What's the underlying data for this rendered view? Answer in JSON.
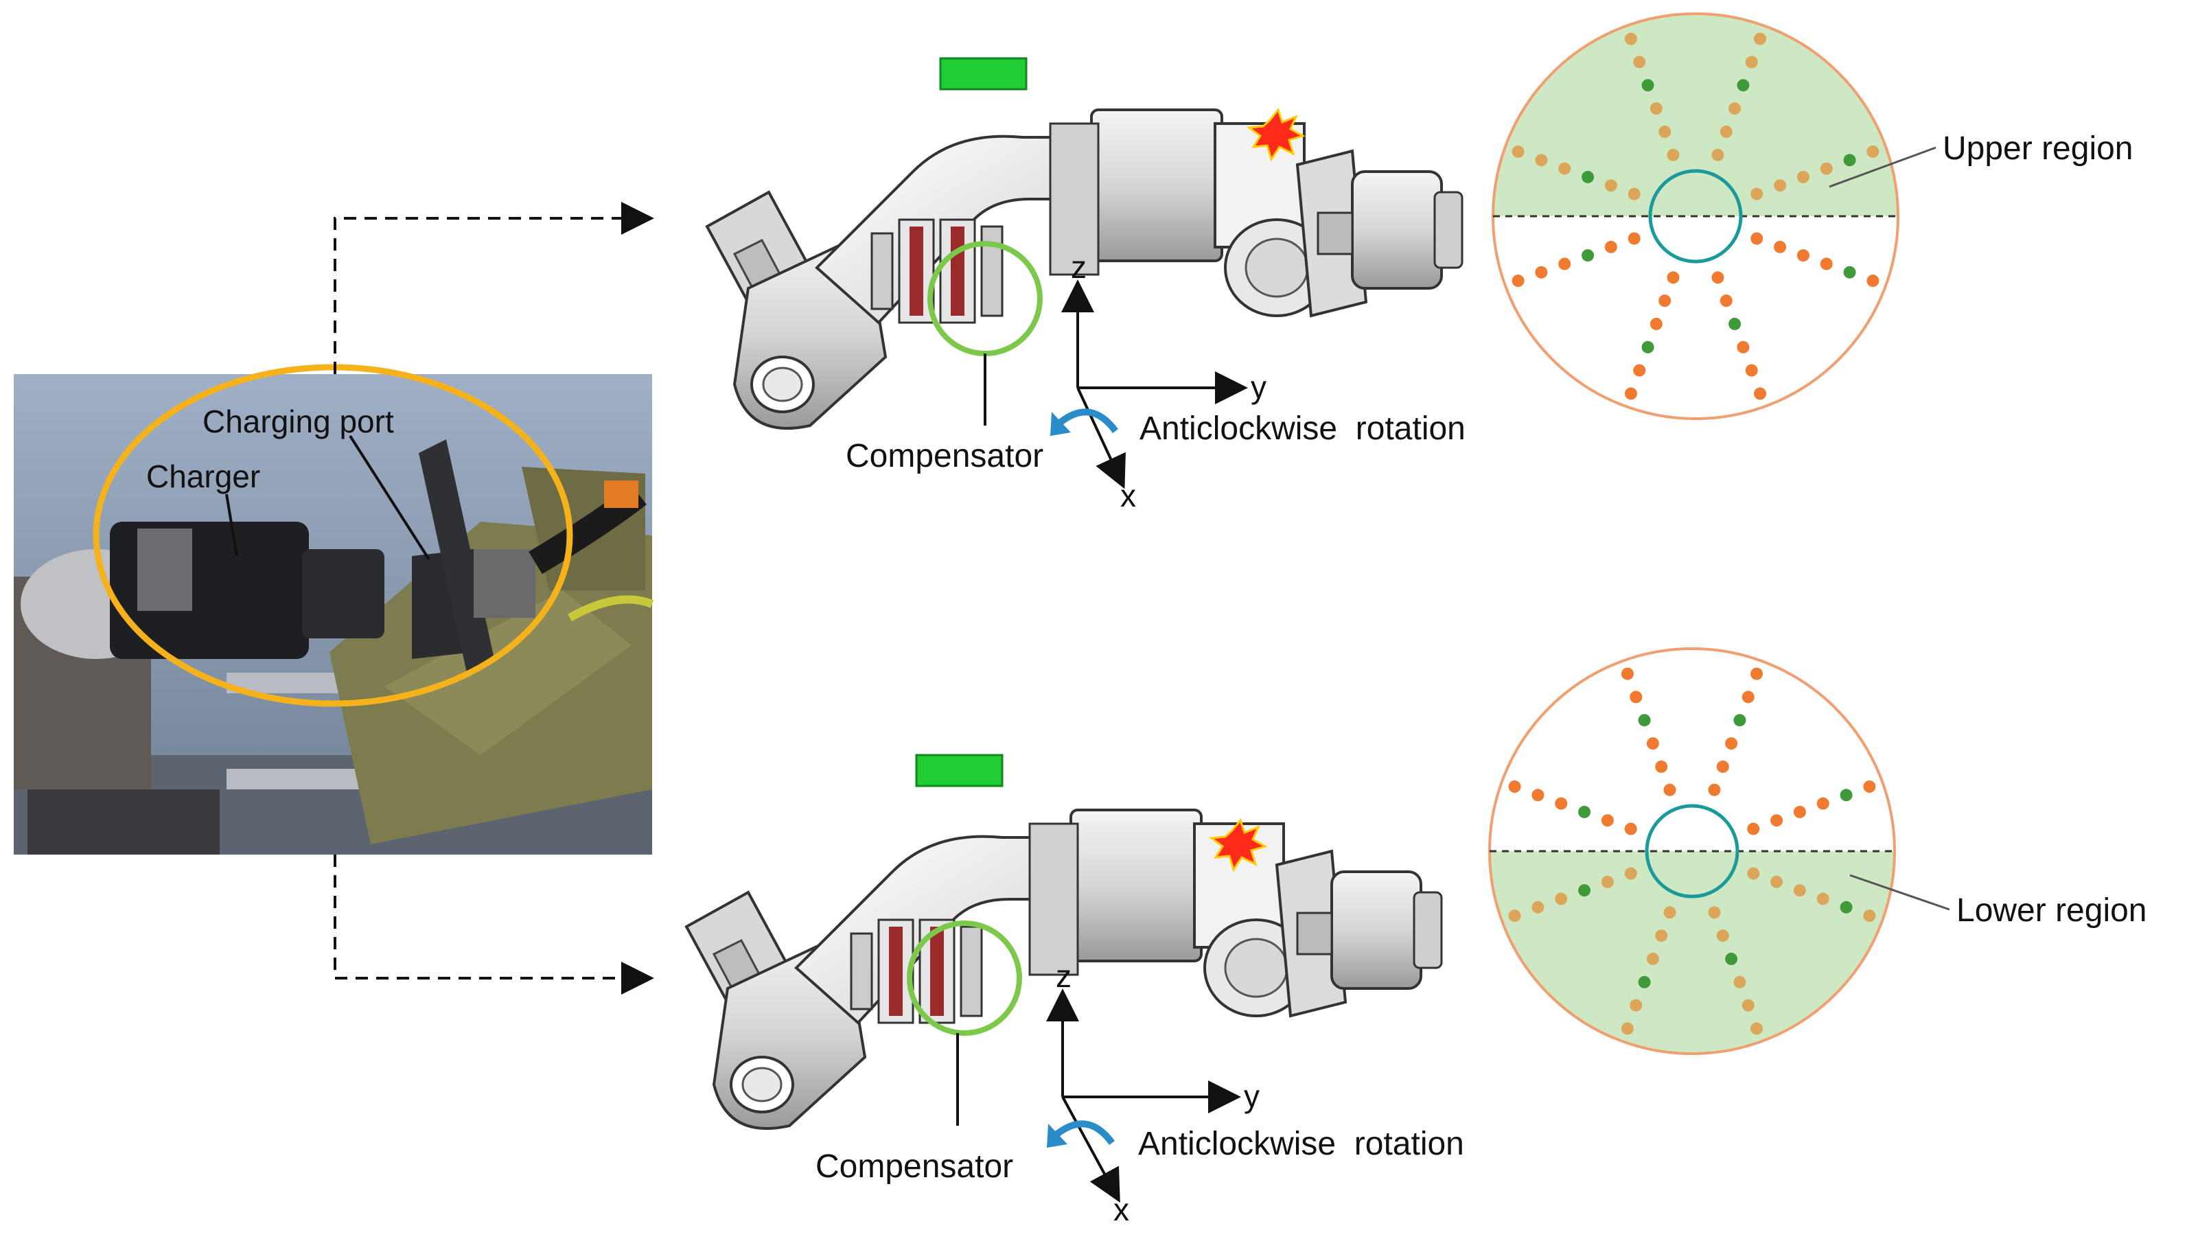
{
  "photo": {
    "labels": {
      "charging_port": "Charging port",
      "charger": "Charger"
    }
  },
  "top_panel": {
    "compensator_label": "Compensator",
    "rotation_label": "Anticlockwise  rotation",
    "axes": {
      "z": "z",
      "y": "y",
      "x": "x"
    }
  },
  "bottom_panel": {
    "compensator_label": "Compensator",
    "rotation_label": "Anticlockwise  rotation",
    "axes": {
      "z": "z",
      "y": "y",
      "x": "x"
    }
  },
  "upper_disc": {
    "region_label": "Upper region",
    "highlight": "upper"
  },
  "lower_disc": {
    "region_label": "Lower region",
    "highlight": "lower"
  },
  "colors": {
    "highlight_ellipse": "#f5b21b",
    "compensator_circle": "#7cc84a",
    "region_fill": "#cfe8c4",
    "disc_border": "#f0a070",
    "center_ring": "#1a9a9a",
    "dot_orange": "#f07a30",
    "dot_tan": "#dba55a",
    "dot_green": "#3f9a3a",
    "rotation_arrow": "#2a8cc8",
    "marker_green": "#22cc33",
    "spark": "#ff2a1a"
  }
}
